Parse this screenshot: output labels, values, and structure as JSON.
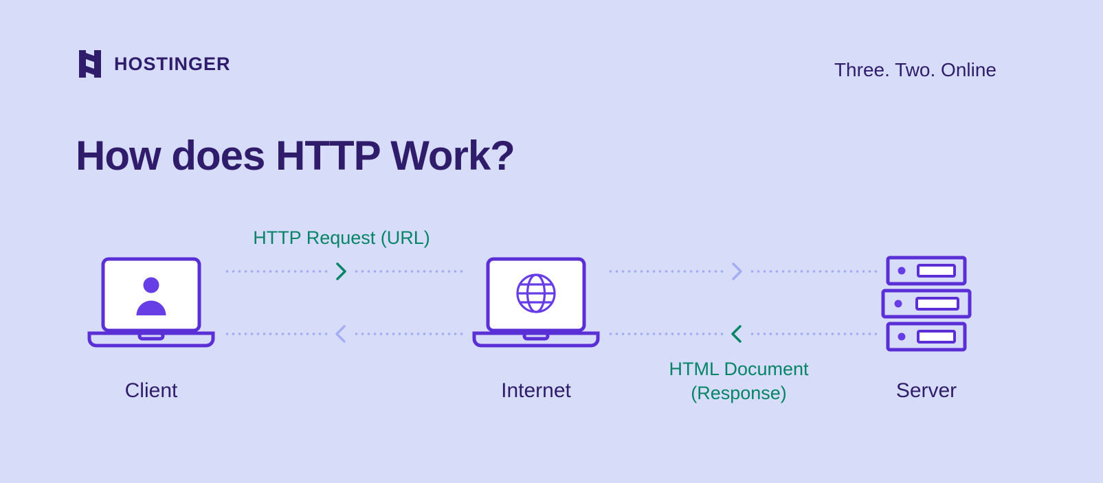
{
  "colors": {
    "background": "#d7dcf9",
    "text_dark": "#2f1c6a",
    "purple_accent": "#673de6",
    "purple_outline": "#5b2fd6",
    "green": "#058467",
    "dotted_line": "#a5aef2"
  },
  "header": {
    "brand_name": "HOSTINGER",
    "tagline": "Three. Two. Online"
  },
  "page": {
    "title": "How does HTTP Work?"
  },
  "diagram": {
    "nodes": [
      {
        "id": "client",
        "label": "Client"
      },
      {
        "id": "internet",
        "label": "Internet"
      },
      {
        "id": "server",
        "label": "Server"
      }
    ],
    "flows": [
      {
        "id": "request",
        "label": "HTTP Request (URL)",
        "direction": "left-to-right",
        "color": "#058467"
      },
      {
        "id": "response",
        "label_line1": "HTML Document",
        "label_line2": "(Response)",
        "direction": "right-to-left",
        "color": "#058467"
      }
    ]
  }
}
